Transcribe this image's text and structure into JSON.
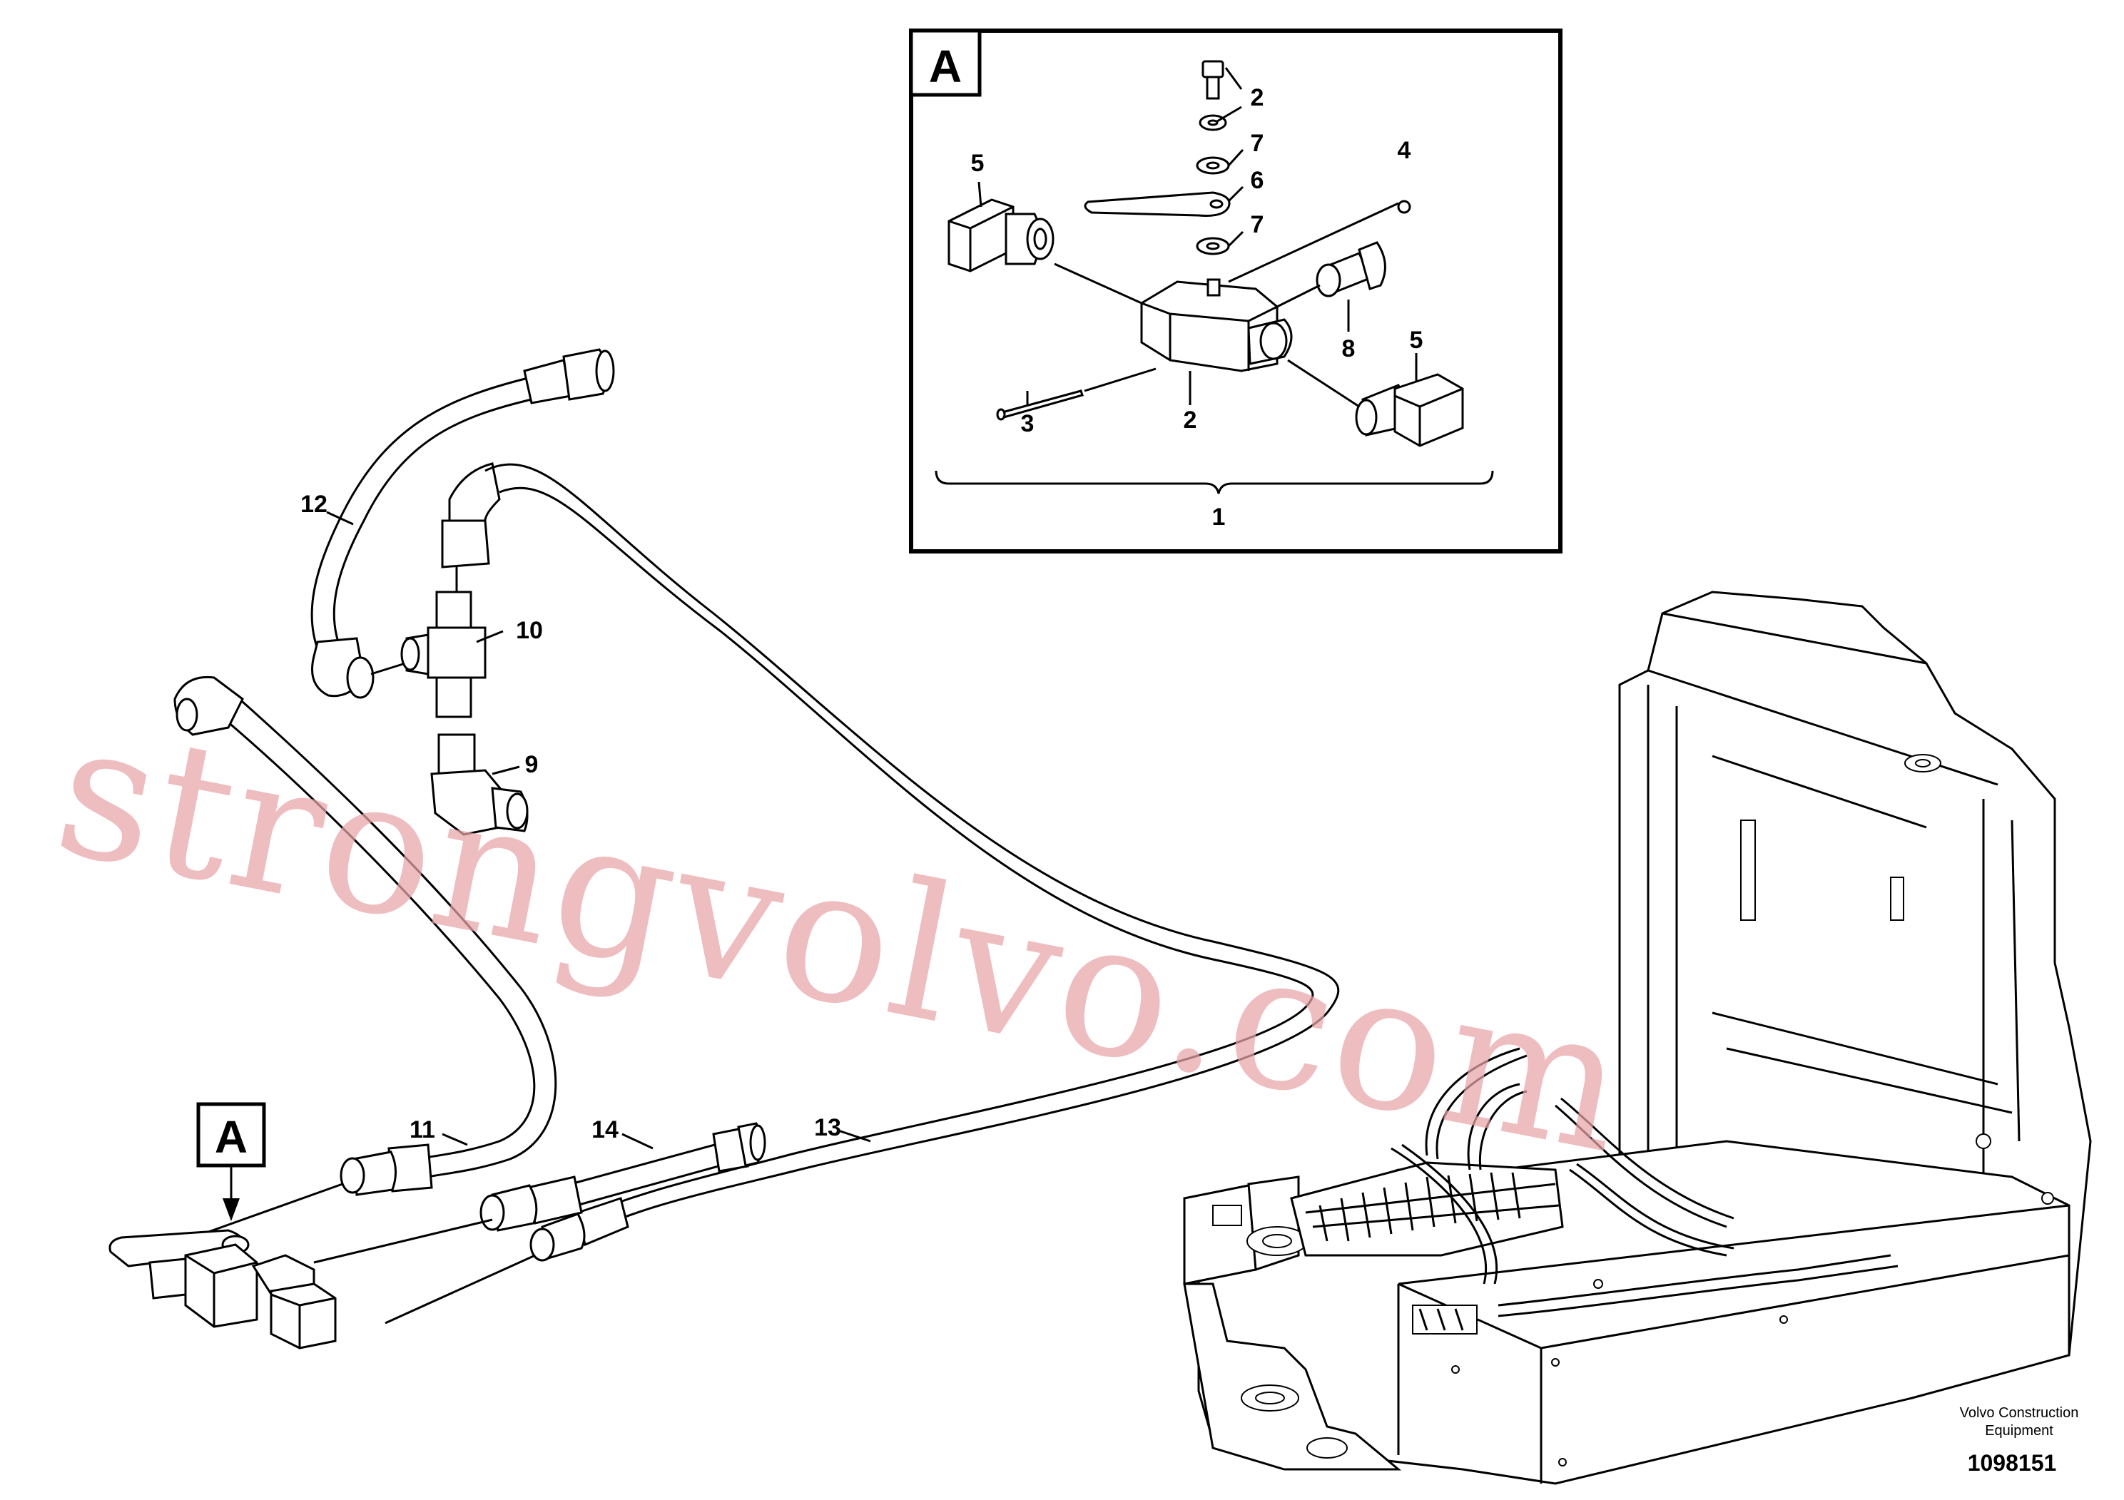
{
  "detail": {
    "letter": "A",
    "callouts": {
      "c2a": "2",
      "c7a": "7",
      "c6": "6",
      "c7b": "7",
      "c4": "4",
      "c5a": "5",
      "c8": "8",
      "c5b": "5",
      "c3": "3",
      "c2b": "2",
      "c1": "1"
    }
  },
  "main": {
    "callouts": {
      "c12": "12",
      "c10": "10",
      "c9": "9",
      "c11": "11",
      "c14": "14",
      "c13": "13"
    },
    "marker_letter": "A"
  },
  "watermark": "strongvolvo.com",
  "footer": {
    "brand_line1": "Volvo Construction",
    "brand_line2": "Equipment",
    "drawing_number": "1098151"
  }
}
